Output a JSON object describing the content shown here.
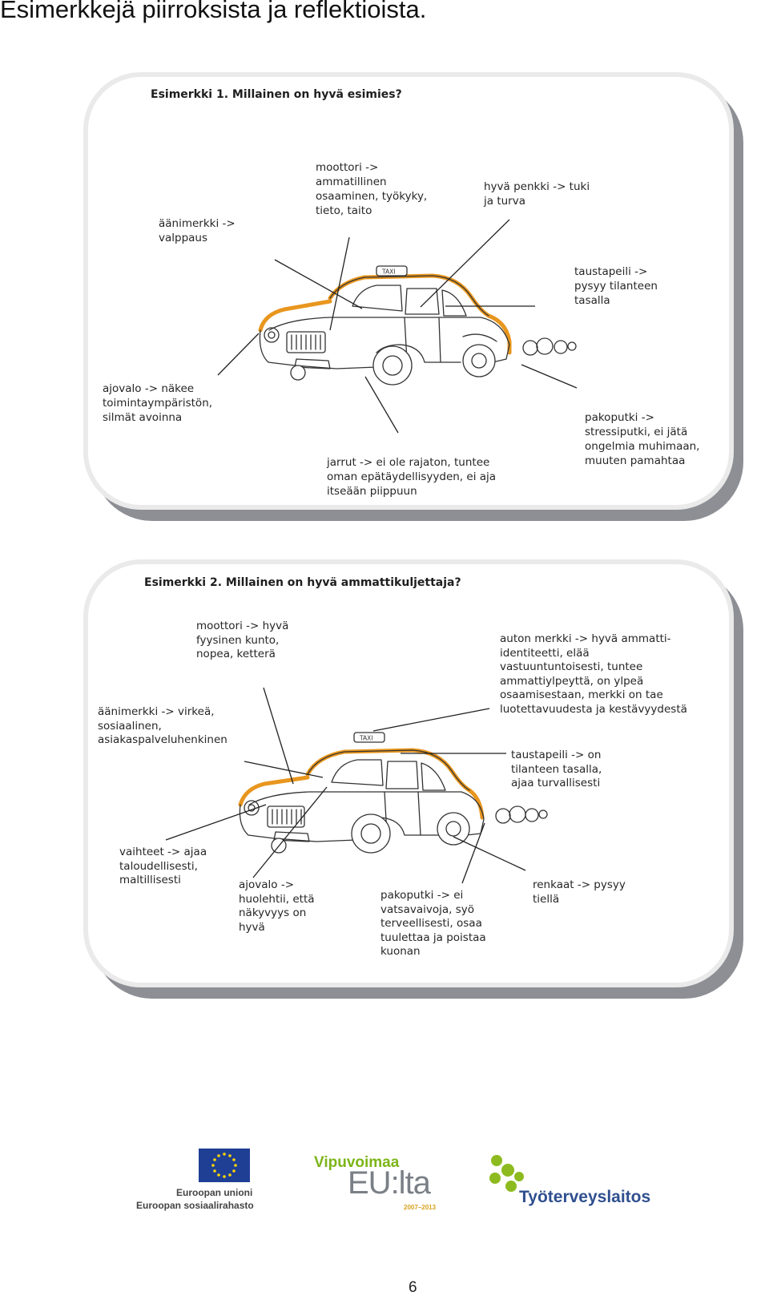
{
  "page": {
    "heading": "Esimerkkejä piirroksista ja reflektioista.",
    "number": "6"
  },
  "example1": {
    "title": "Esimerkki 1. Millainen on hyvä esimies?",
    "taxi_sign": "TAXI",
    "labels": {
      "moottori": "moottori ->\nammatillinen\nosaaminen, työkyky,\ntieto, taito",
      "penkki": "hyvä penkki -> tuki\nja turva",
      "aanimerkki": "äänimerkki ->\nvalppaus",
      "taustapeili": "taustapeili ->\npysyy tilanteen\ntasalla",
      "ajovalo": "ajovalo -> näkee\ntoimintaympäristön,\nsilmät avoinna",
      "pakoputki": "pakoputki ->\nstressiputki, ei jätä\nongelmia muhimaan,\nmuuten pamahtaa",
      "jarrut": "jarrut -> ei ole rajaton, tuntee\noman epätäydellisyyden, ei aja\nitseään piippuun"
    }
  },
  "example2": {
    "title": "Esimerkki 2. Millainen on hyvä ammattikuljettaja?",
    "taxi_sign": "TAXI",
    "labels": {
      "moottori": "moottori -> hyvä\nfyysinen kunto,\nnopea, ketterä",
      "auton_merkki": "auton merkki -> hyvä ammatti-\nidentiteetti, elää\nvastuuntuntoisesti, tuntee\nammattiylpeyttä, on ylpeä\nosaamisestaan, merkki on tae\nluotettavuudesta ja kestävyydestä",
      "aanimerkki": "äänimerkki -> virkeä,\nsosiaalinen,\nasiakaspalveluhenkinen",
      "taustapeili": "taustapeili -> on\ntilanteen tasalla,\najaa turvallisesti",
      "vaihteet": "vaihteet -> ajaa\ntaloudellisesti,\nmaltillisesti",
      "ajovalo": "ajovalo ->\nhuolehtii, että\nnäkyvyys on\nhyvä",
      "pakoputki": "pakoputki -> ei\nvatsavaivoja, syö\nterveellisesti, osaa\ntuulettaa ja poistaa\nkuonan",
      "renkaat": "renkaat -> pysyy\ntiellä"
    }
  },
  "logos": {
    "eu_line1": "Euroopan unioni",
    "eu_line2": "Euroopan sosiaalirahasto",
    "vipu_top": "Vipuvoimaa",
    "vipu_main": "EU:lta",
    "vipu_years": "2007–2013",
    "ttl": "Työterveyslaitos"
  },
  "colors": {
    "taxi_orange": "#e8961e",
    "eu_blue": "#1f3f95",
    "eu_star": "#ffd700",
    "vipu_green": "#7cb518",
    "vipu_grey": "#7a7f86",
    "ttl_green": "#8dbb1f",
    "ttl_blue": "#2f4f8f",
    "card_shadow": "#8d8f95"
  }
}
